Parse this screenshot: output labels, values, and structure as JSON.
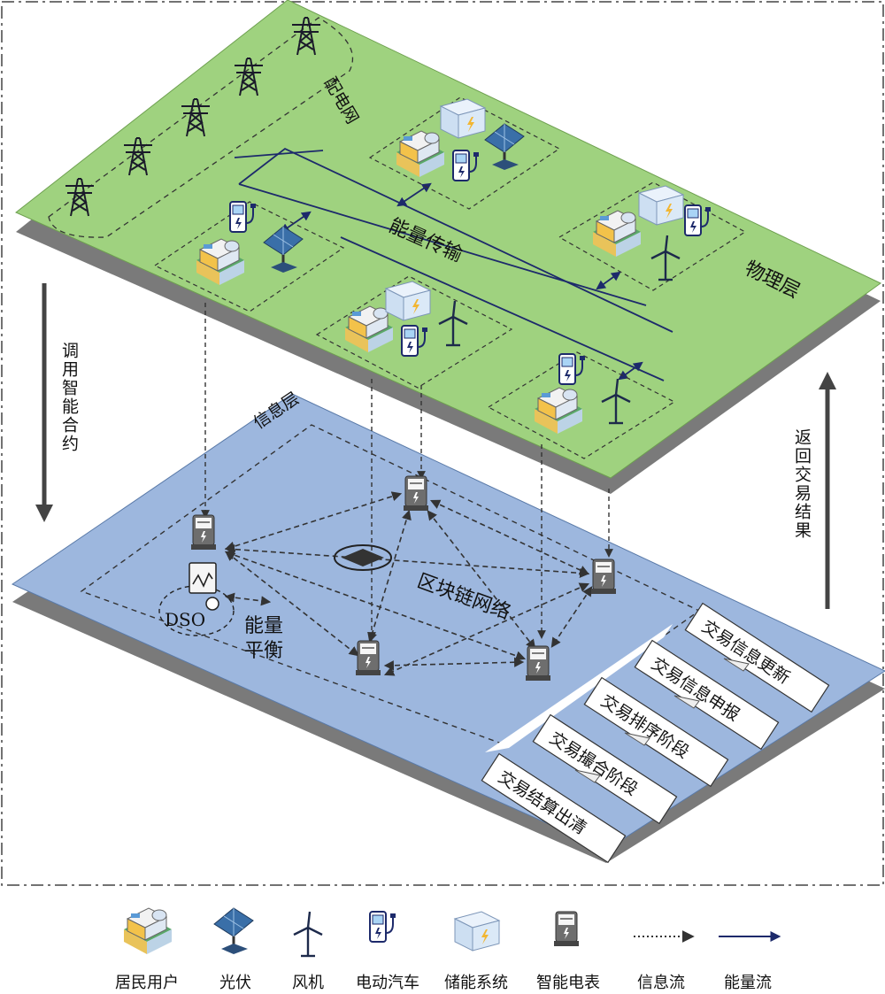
{
  "physical_layer": {
    "title": "物理层",
    "distribution_network": "配电网",
    "energy_transmission": "能量传输"
  },
  "information_layer": {
    "title": "信息层",
    "blockchain_network": "区块链网络",
    "dso": "DSO",
    "energy_balance": "能量平衡"
  },
  "flows": {
    "invoke_contract": "调用智能合约",
    "return_result": "返回交易结果"
  },
  "steps": [
    "交易信息更新",
    "交易信息申报",
    "交易排序阶段",
    "交易撮合阶段",
    "交易结算出清"
  ],
  "legend": [
    {
      "label": "居民用户",
      "icon": "house-icon"
    },
    {
      "label": "光伏",
      "icon": "solar-panel-icon"
    },
    {
      "label": "风机",
      "icon": "wind-turbine-icon"
    },
    {
      "label": "电动汽车",
      "icon": "ev-charger-icon"
    },
    {
      "label": "储能系统",
      "icon": "battery-storage-icon"
    },
    {
      "label": "智能电表",
      "icon": "smart-meter-icon"
    },
    {
      "label": "信息流",
      "icon": "dotted-arrow-icon"
    },
    {
      "label": "能量流",
      "icon": "solid-arrow-icon"
    }
  ],
  "colors": {
    "physical_plane": "#9fd27f",
    "information_plane": "#9db7de",
    "plane_shadow": "#7a7a7a",
    "energy_line": "#1d2a6b",
    "info_line": "#333333"
  }
}
